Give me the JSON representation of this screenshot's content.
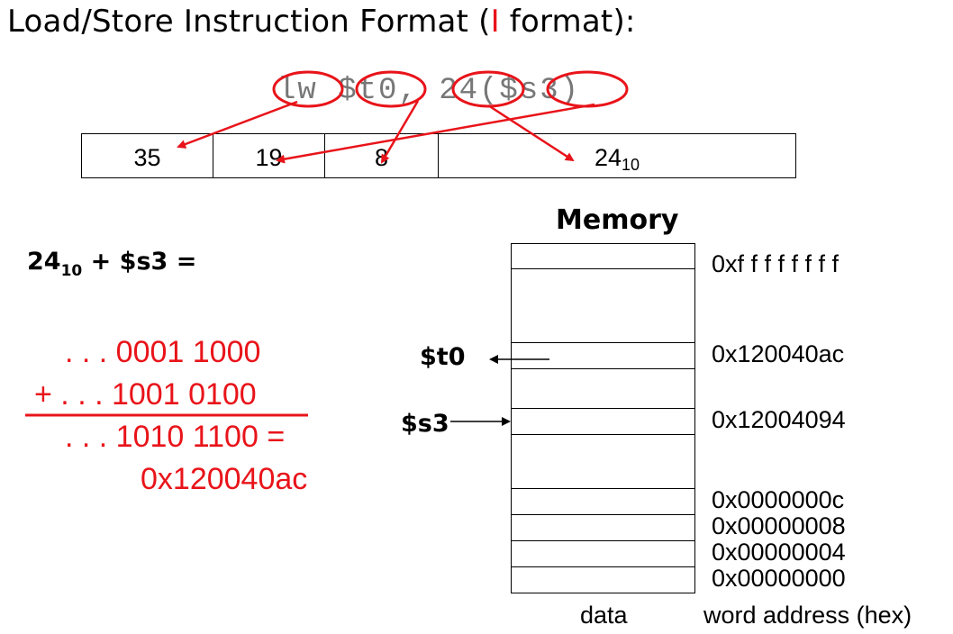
{
  "title": {
    "prefix": "Load/Store Instruction Format (",
    "highlight": "I",
    "suffix": " format):"
  },
  "instruction": "lw $t0, 24($s3)",
  "fields": [
    {
      "value": "35",
      "sub": ""
    },
    {
      "value": "19",
      "sub": ""
    },
    {
      "value": "8",
      "sub": ""
    },
    {
      "value": "24",
      "sub": "10"
    }
  ],
  "equation": {
    "base": "24",
    "sub": "10",
    "rest": " + $s3 ="
  },
  "binary_lines": [
    ". . . 0001 1000",
    "+ . . . 1001 0100",
    ". . . 1010 1100 =",
    "0x120040ac"
  ],
  "memory": {
    "title": "Memory",
    "addresses": [
      "0xf f f f f f f f",
      "0x120040ac",
      "0x12004094",
      "0x0000000c",
      "0x00000008",
      "0x00000004",
      "0x00000000"
    ],
    "registers": [
      "$t0",
      "$s3"
    ],
    "data_label": "data",
    "address_label": "word address (hex)"
  },
  "colors": {
    "accent": "#e8141a",
    "instruction_text": "#777777"
  }
}
